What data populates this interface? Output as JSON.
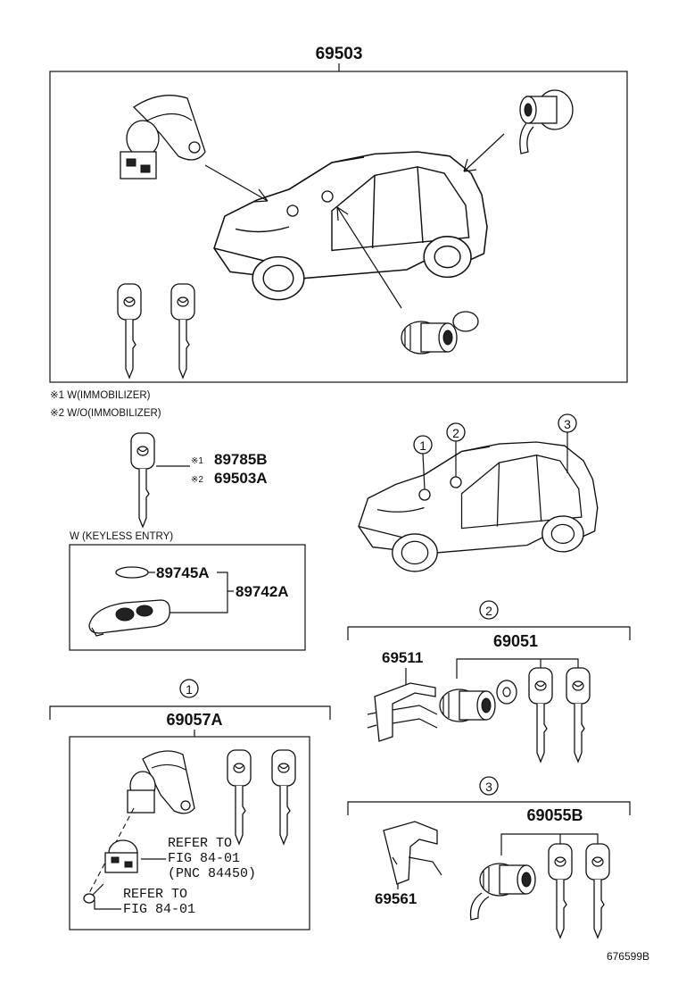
{
  "top_assembly": {
    "part_no": "69503"
  },
  "notes": {
    "note1": "※1 W(IMMOBILIZER)",
    "note2": "※2 W/O(IMMOBILIZER)"
  },
  "key_parts": {
    "part1_mark": "※1",
    "part1_no": "89785B",
    "part2_mark": "※2",
    "part2_no": "69503A"
  },
  "keyless": {
    "title": "W (KEYLESS ENTRY)",
    "battery_no": "89745A",
    "transmitter_no": "89742A"
  },
  "callouts": {
    "c1": "1",
    "c2": "2",
    "c3": "3"
  },
  "section1": {
    "callout": "1",
    "part_no": "69057A",
    "ref1_line1": "REFER TO",
    "ref1_line2": "FIG 84-01",
    "ref1_line3": "(PNC 84450)",
    "ref2_line1": "REFER TO",
    "ref2_line2": "FIG 84-01"
  },
  "section2": {
    "callout": "2",
    "part_no": "69051",
    "clip_no": "69511"
  },
  "section3": {
    "callout": "3",
    "part_no": "69055B",
    "clip_no": "69561"
  },
  "footer": {
    "diagram_id": "676599B"
  }
}
